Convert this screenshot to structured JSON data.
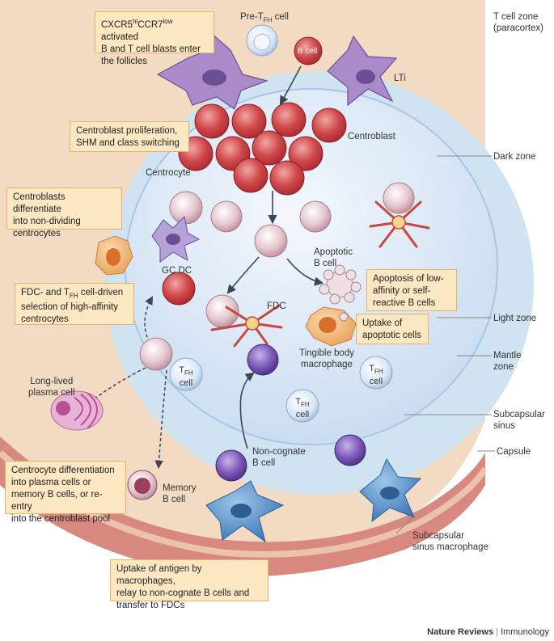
{
  "boxes": {
    "activation": [
      "CXCR5",
      "hi",
      "CCR7",
      "low",
      " activated",
      "B and T cell blasts enter",
      "the follicles"
    ],
    "proliferation": [
      "Centroblast proliferation,",
      "SHM and class switching"
    ],
    "differentiate": [
      "Centroblasts differentiate",
      "into non-dividing",
      "centrocytes"
    ],
    "selection": [
      "FDC- and T",
      "FH",
      " cell-driven",
      "selection of high-affinity",
      "centrocytes"
    ],
    "apoptosis": [
      "Apoptosis of low-",
      "affinity or self-",
      "reactive B cells"
    ],
    "uptake_apoptotic": [
      "Uptake of",
      "apoptotic cells"
    ],
    "differentiation_fate": [
      "Centrocyte differentiation",
      "into plasma cells or",
      "memory B cells, or re-entry",
      "into the centroblast pool"
    ],
    "uptake_antigen": [
      "Uptake of antigen by macrophages,",
      "relay to non-cognate B cells and",
      "transfer to FDCs"
    ]
  },
  "labels": {
    "pre_tfh": [
      "Pre-T",
      "FH",
      " cell"
    ],
    "b_cell": "B cell",
    "lti": "LTi",
    "centroblast": "Centroblast",
    "centrocyte": "Centrocyte",
    "gc_dc": "GC DC",
    "apoptotic": [
      "Apoptotic",
      "B cell"
    ],
    "fdc": "FDC",
    "tingible": [
      "Tingible body",
      "macrophage"
    ],
    "tfh": [
      "T",
      "FH",
      "cell"
    ],
    "plasma": [
      "Long-lived",
      "plasma cell"
    ],
    "memory": [
      "Memory",
      "B cell"
    ],
    "noncognate": [
      "Non-cognate",
      "B cell"
    ],
    "subcapsular_macrophage": [
      "Subcapsular",
      "sinus macrophage"
    ]
  },
  "zones": {
    "t_cell_zone": [
      "T cell zone",
      "(paracortex)"
    ],
    "dark_zone": "Dark zone",
    "light_zone": "Light zone",
    "mantle_zone": [
      "Mantle",
      "zone"
    ],
    "subcapsular_sinus": [
      "Subcapsular",
      "sinus"
    ],
    "capsule": "Capsule"
  },
  "footer": {
    "journal": "Nature Reviews",
    "separator": " | ",
    "section": "Immunology"
  },
  "colors": {
    "tissue": "#f2dbc2",
    "mantle": "#cfe3f1",
    "gc": "#dce8f5",
    "capsule": "#d98880",
    "box_fill": "#fbe7c2",
    "b_cell_red": "#c8464a",
    "centrocyte_pink": "#d9b4c0",
    "tfh_blue": "#c9ddf2",
    "macrophage_blue": "#4f8fc8",
    "dc_purple": "#9b86c2",
    "fdc_red": "#d2544a"
  }
}
